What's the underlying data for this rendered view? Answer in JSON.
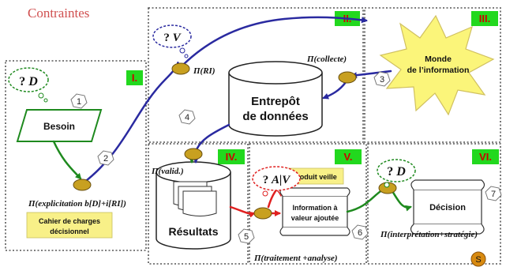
{
  "header": {
    "top_text": "Contraintes"
  },
  "phases": {
    "I": "I.",
    "II": "II.",
    "III": "III.",
    "IV": "IV.",
    "V": "V.",
    "VI": "VI."
  },
  "clouds": {
    "d1": {
      "q": "? ",
      "var": "D"
    },
    "v": {
      "q": "? ",
      "var": "V"
    },
    "av": {
      "q": "? ",
      "var": "A|V"
    },
    "d2": {
      "q": "? ",
      "var": "D"
    }
  },
  "nodes": {
    "besoin": "Besoin",
    "monde_line1": "Monde",
    "monde_line2": "de l’information",
    "entrepot_line1": "Entrepôt",
    "entrepot_line2": "de données",
    "resultats": "Résultats",
    "info_line1": "Information à",
    "info_line2": "valeur ajoutée",
    "decision": "Décision",
    "produit_veille": "Produit veille",
    "cahier_line1": "Cahier de charges",
    "cahier_line2": "décisionnel"
  },
  "pi_labels": {
    "ri": "Π(RI)",
    "collecte": "Π(collecte)",
    "valid": "Π(valid.)",
    "explicitation": "Π(explicitation b[D]+i[RI])",
    "traitement": "Π(traitement +analyse)",
    "interpretation": "Π(interprétation+stratégie)"
  },
  "steps": [
    "1",
    "2",
    "3",
    "4",
    "5",
    "6",
    "7"
  ],
  "badge": "S",
  "colors": {
    "phase_label_bg": "#22d81e",
    "phase_label_text": "#cc0000",
    "pi_node": "#c8a020",
    "arrow_blue": "#2a2aa0",
    "arrow_green": "#1e8a1e",
    "arrow_red": "#e02020",
    "note_yellow": "#f8f088",
    "star_yellow": "#fbf57a",
    "badge": "#d88a10",
    "header_text": "#d05050"
  }
}
